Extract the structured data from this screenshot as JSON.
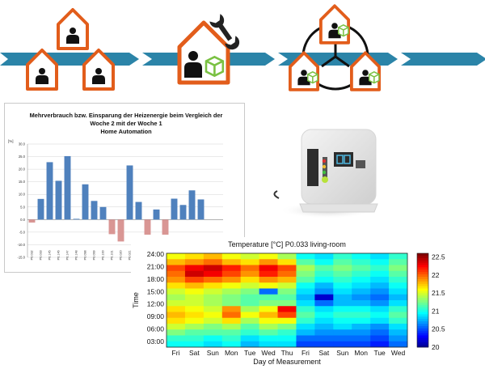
{
  "chart_data": [
    {
      "type": "bar",
      "title": "Mehrverbrauch bzw. Einsparung der Heizenergie beim Vergleich der Woche 2 mit der Woche 1",
      "subtitle": "Home Automation",
      "ylabel": "[%]",
      "ylim": [
        -15,
        30
      ],
      "yticks": [
        "30.0",
        "25.0",
        "20.0",
        "15.0",
        "10.0",
        "5.0",
        "0.0",
        "-5.0",
        "-10.0",
        "-15.0"
      ],
      "categories": [
        "P0.032",
        "P0.033",
        "P0.145",
        "P0.146",
        "P0.147",
        "P0.148",
        "P0.098",
        "P0.099",
        "P0.100",
        "P0.101",
        "P0.020",
        "P0.021",
        "P0.022",
        "P0.023",
        "P0.024",
        "P0.025",
        "P0.026",
        "P0.027",
        "P0.028",
        "P0.029",
        "P0.030",
        "P0.031"
      ],
      "values": [
        -1.2,
        8.2,
        22.8,
        15.4,
        25.2,
        0.3,
        14.0,
        7.4,
        5.0,
        -5.8,
        -8.7,
        21.5,
        7.0,
        -6.0,
        4.0,
        -6.0,
        8.3,
        5.8,
        11.6,
        8.0
      ],
      "positive_color": "#4f81bd",
      "negative_color": "#d99694",
      "grid": true
    },
    {
      "type": "heatmap",
      "title": "Temperature [°C] P0.033 living-room",
      "xlabel": "Day of Measurement",
      "ylabel": "Time",
      "x": [
        "Fri",
        "Sat",
        "Sun",
        "Mon",
        "Tue",
        "Wed",
        "Thu",
        "Fri",
        "Sat",
        "Sun",
        "Mon",
        "Tue",
        "Wed"
      ],
      "yticks": [
        "24:00",
        "21:00",
        "18:00",
        "15:00",
        "12:00",
        "09:00",
        "06:00",
        "03:00"
      ],
      "colorbar_ticks": [
        "22.5",
        "22",
        "21.5",
        "21",
        "20.5",
        "20"
      ],
      "zlim": [
        20,
        22.6
      ],
      "colormap": "jet",
      "rows": [
        [
          21.6,
          21.7,
          21.8,
          21.6,
          21.5,
          21.6,
          21.4,
          21.0,
          20.9,
          21.1,
          21.0,
          20.9,
          21.1
        ],
        [
          21.8,
          21.9,
          22.0,
          21.8,
          21.7,
          21.9,
          21.7,
          21.2,
          21.0,
          21.2,
          21.1,
          21.0,
          21.2
        ],
        [
          22.1,
          22.3,
          22.4,
          22.2,
          22.0,
          22.3,
          22.1,
          21.4,
          21.2,
          21.3,
          21.2,
          21.1,
          21.3
        ],
        [
          22.0,
          22.4,
          22.3,
          22.1,
          21.9,
          22.2,
          22.0,
          21.3,
          21.1,
          21.2,
          21.1,
          21.0,
          21.2
        ],
        [
          21.9,
          22.1,
          22.0,
          21.9,
          21.7,
          21.9,
          21.8,
          21.2,
          21.0,
          21.1,
          21.0,
          20.9,
          21.1
        ],
        [
          21.7,
          21.8,
          21.7,
          21.6,
          21.5,
          21.6,
          21.5,
          21.0,
          20.8,
          21.0,
          20.9,
          20.8,
          21.0
        ],
        [
          21.5,
          21.6,
          21.5,
          21.4,
          21.3,
          20.6,
          21.3,
          20.9,
          20.7,
          20.9,
          20.8,
          20.7,
          20.9
        ],
        [
          21.4,
          21.5,
          21.4,
          21.3,
          21.2,
          21.2,
          21.2,
          20.8,
          20.2,
          20.8,
          20.7,
          20.6,
          20.8
        ],
        [
          21.5,
          21.5,
          21.4,
          21.3,
          21.2,
          21.3,
          21.3,
          20.9,
          20.6,
          20.8,
          20.8,
          20.7,
          20.9
        ],
        [
          21.7,
          21.6,
          21.5,
          21.9,
          21.4,
          21.6,
          22.3,
          21.1,
          20.9,
          21.0,
          21.0,
          20.9,
          21.1
        ],
        [
          21.8,
          21.7,
          21.6,
          22.0,
          21.6,
          21.8,
          22.1,
          21.2,
          21.0,
          21.1,
          21.1,
          21.0,
          21.2
        ],
        [
          21.7,
          21.6,
          21.5,
          21.7,
          21.4,
          21.6,
          21.6,
          21.1,
          20.9,
          21.0,
          21.0,
          20.9,
          21.1
        ],
        [
          21.5,
          21.4,
          21.3,
          21.4,
          21.2,
          21.4,
          21.3,
          20.9,
          20.8,
          20.9,
          20.8,
          20.7,
          20.9
        ],
        [
          21.3,
          21.2,
          21.2,
          21.2,
          21.1,
          21.2,
          21.1,
          20.8,
          20.7,
          20.7,
          20.7,
          20.6,
          20.8
        ],
        [
          21.1,
          21.1,
          21.0,
          21.1,
          20.9,
          21.0,
          21.0,
          20.6,
          20.6,
          20.6,
          20.6,
          20.5,
          20.7
        ],
        [
          21.0,
          21.0,
          20.9,
          21.0,
          20.8,
          20.9,
          20.9,
          20.5,
          20.5,
          20.5,
          20.5,
          20.4,
          20.6
        ]
      ]
    }
  ]
}
